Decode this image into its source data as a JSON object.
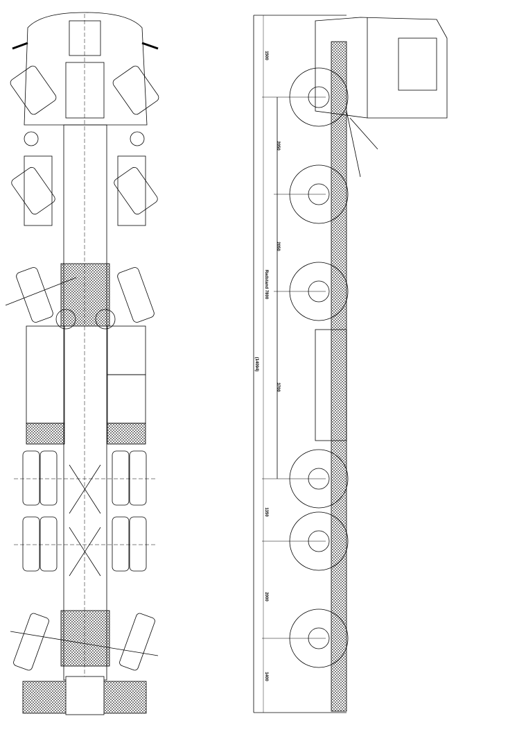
{
  "dimensions": {
    "front_overhang": "1500",
    "axle_1_2": "2050",
    "axle_2_3": "2050",
    "wheelbase": "Radstand 7800",
    "overall_length": "(14094)",
    "axle_3_4": "3700",
    "axle_4_5": "1350",
    "axle_5_6": "2000",
    "rear_overhang": "1400"
  },
  "colors": {
    "line": "#000000",
    "background": "#ffffff"
  }
}
